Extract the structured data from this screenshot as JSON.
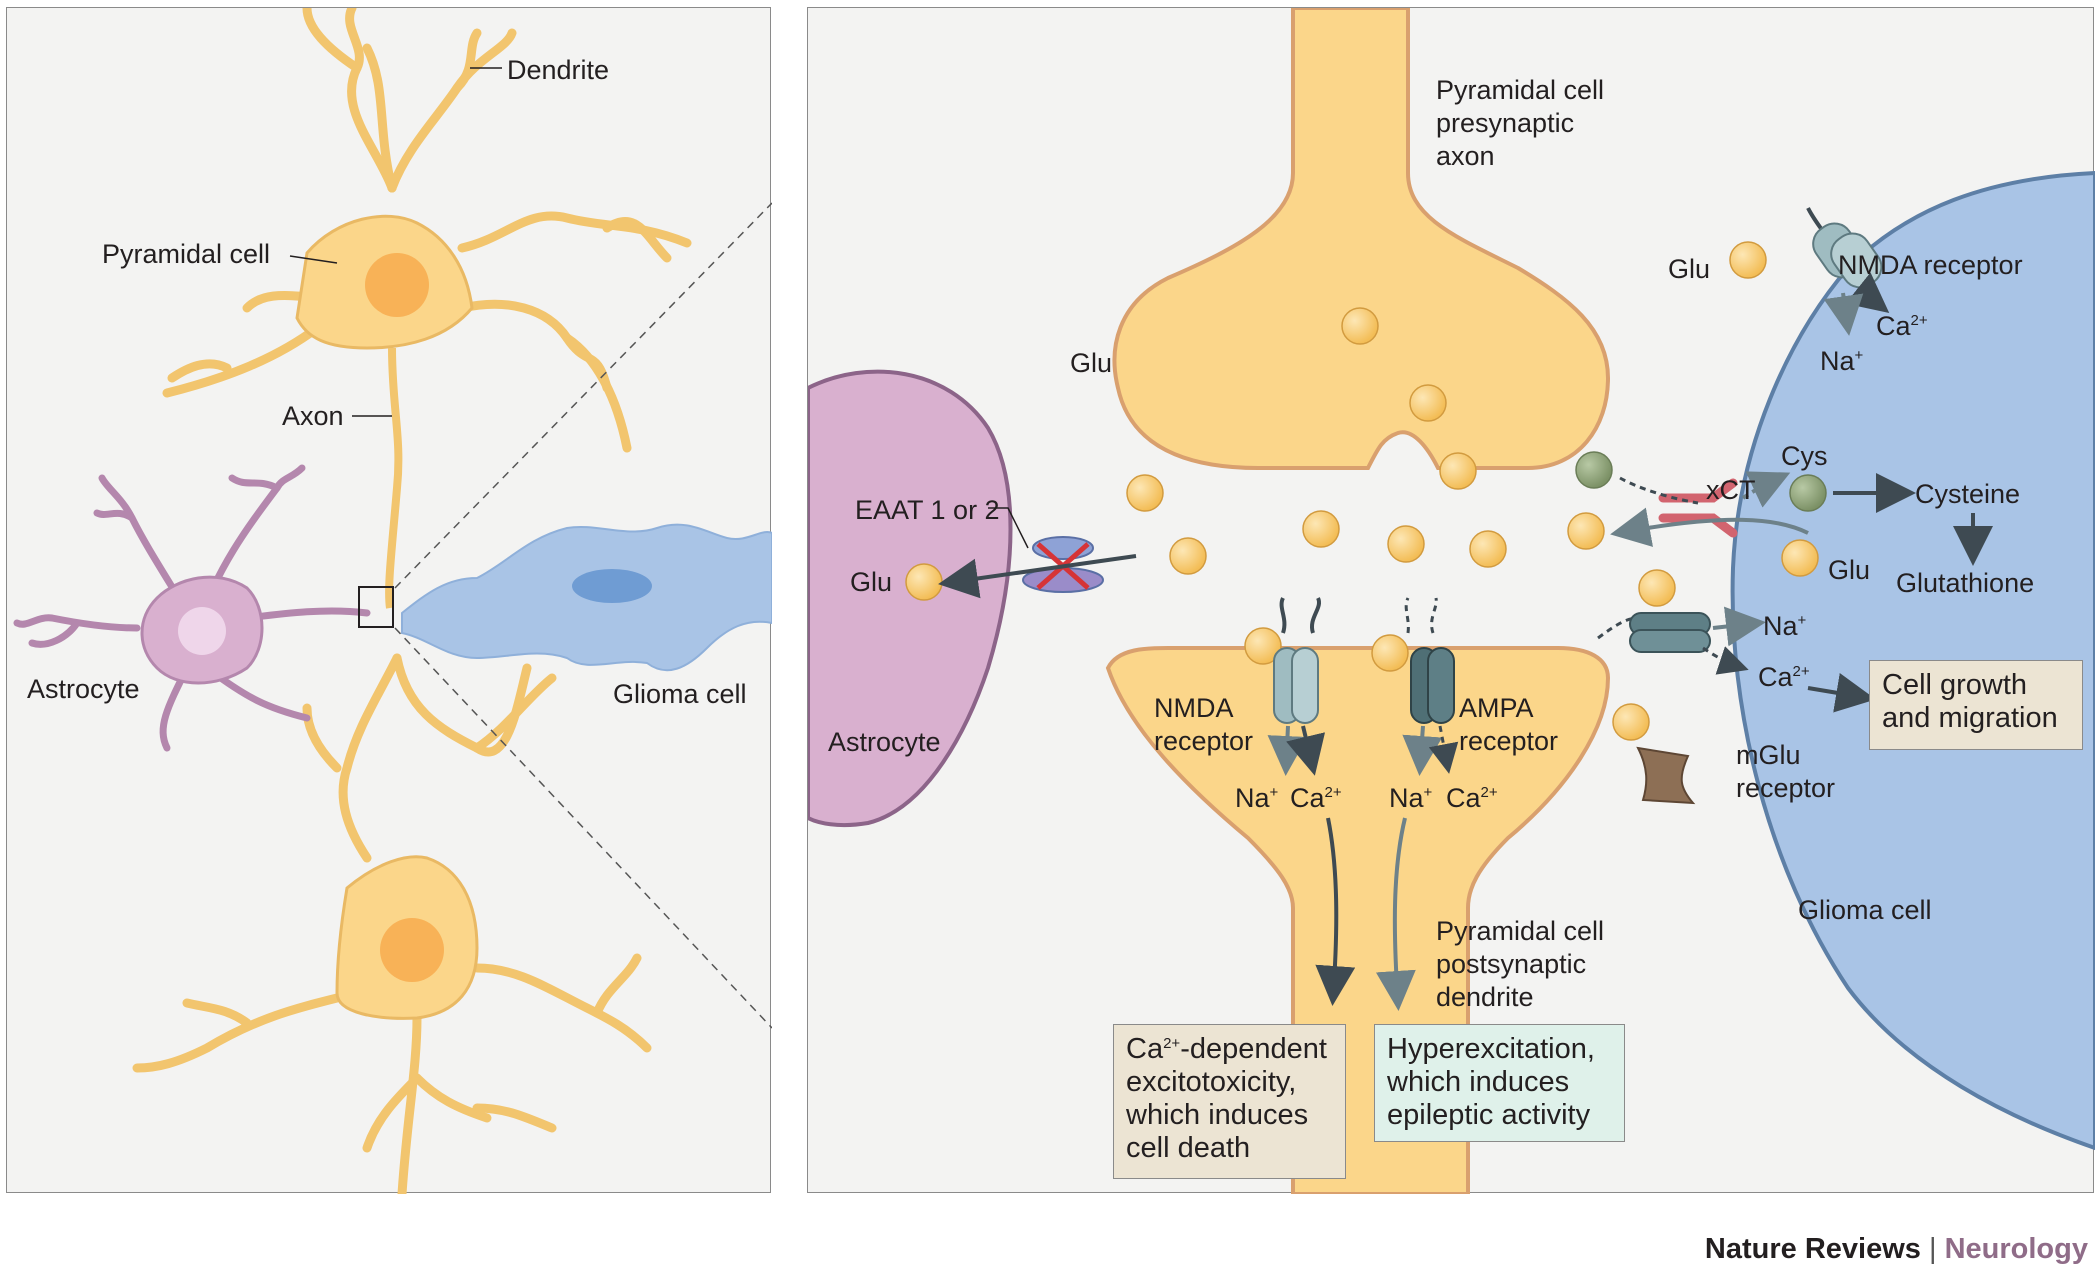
{
  "left_panel": {
    "labels": {
      "dendrite": "Dendrite",
      "pyramidal_cell": "Pyramidal cell",
      "axon": "Axon",
      "astrocyte": "Astrocyte",
      "glioma_cell": "Glioma cell"
    }
  },
  "right_panel": {
    "labels": {
      "presynaptic": [
        "Pyramidal cell",
        "presynaptic",
        "axon"
      ],
      "postsynaptic": [
        "Pyramidal cell",
        "postsynaptic",
        "dendrite"
      ],
      "astrocyte": "Astrocyte",
      "glioma_cell": "Glioma cell",
      "eaat": "EAAT 1 or 2",
      "glu": "Glu",
      "nmda_receptor": "NMDA receptor",
      "nmda_post": [
        "NMDA",
        "receptor"
      ],
      "ampa_post": [
        "AMPA",
        "receptor"
      ],
      "mglu_receptor": [
        "mGlu",
        "receptor"
      ],
      "xct": "xCT",
      "cys": "Cys",
      "cysteine": "Cysteine",
      "glutathione": "Glutathione",
      "na": "Na",
      "na_sup": "+",
      "ca": "Ca",
      "ca_sup": "2+"
    },
    "boxes": {
      "excitotoxicity_sup": "2+",
      "excitotoxicity": [
        "Ca",
        "-dependent",
        "excitotoxicity,",
        "which induces",
        "cell death"
      ],
      "hyperexcitation": [
        "Hyperexcitation,",
        "which induces",
        "epileptic activity"
      ],
      "growth": [
        "Cell growth",
        "and migration"
      ]
    }
  },
  "credit": {
    "publisher": "Nature Reviews",
    "separator": "|",
    "journal": "Neurology"
  },
  "colors": {
    "neuron": "#fbd68a",
    "neuron_outline": "#e9b964",
    "neuron_border_right": "#d9a06e",
    "astrocyte": "#d9b0cf",
    "astrocyte_border": "#8c6489",
    "glioma": "#a9c4e6",
    "glioma_border": "#5d7fa6",
    "vesicle": "#f5c86a",
    "cys": "#8ea27a",
    "receptor_nmda": "#9fbcc1",
    "receptor_ampa": "#4f6f75",
    "mglu": "#8d6f55",
    "xct": "#d2646f"
  }
}
